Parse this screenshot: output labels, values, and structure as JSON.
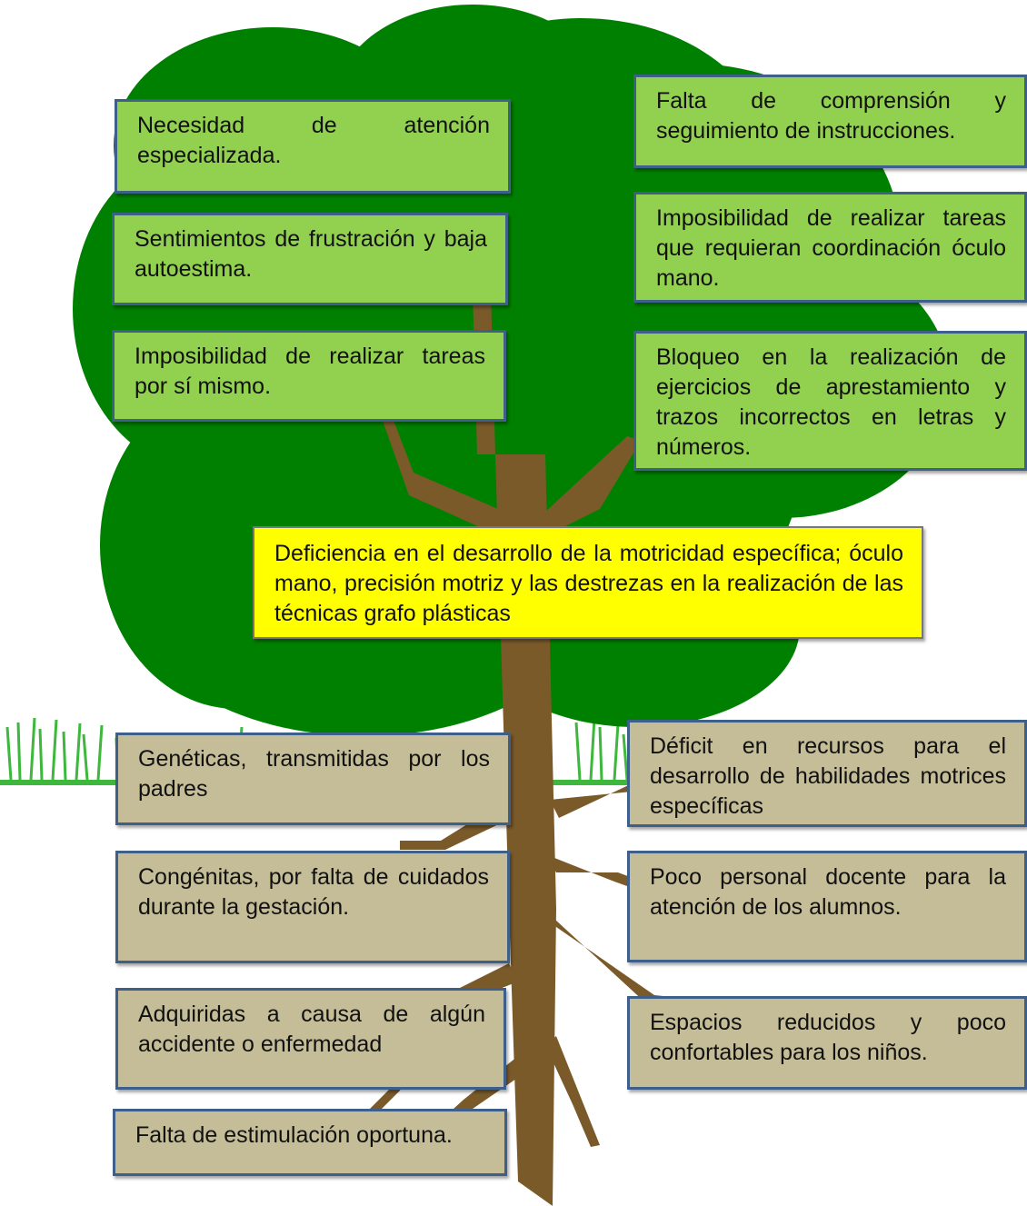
{
  "central_problem": "Deficiencia en el desarrollo de la motricidad específica; óculo mano, precisión motriz y las destrezas en la realización de las técnicas grafo plásticas",
  "effects": {
    "left": [
      "Necesidad de atención especializada.",
      "Sentimientos de frustración y baja autoestima.",
      "Imposibilidad de realizar tareas por sí mismo."
    ],
    "right": [
      "Falta de comprensión y seguimiento de instrucciones.",
      "Imposibilidad de realizar tareas que requieran coordinación óculo mano.",
      "Bloqueo en la realización de ejercicios de aprestamiento y trazos incorrectos en letras y números."
    ]
  },
  "causes": {
    "left": [
      "Genéticas, transmitidas por los padres",
      "Congénitas, por falta de cuidados durante la gestación.",
      "Adquiridas a causa de algún accidente o enfermedad",
      "Falta de estimulación oportuna."
    ],
    "right": [
      "Déficit en recursos para el desarrollo de habilidades motrices específicas",
      "Poco personal docente para la atención de los alumnos.",
      "Espacios reducidos y poco confortables para los niños."
    ]
  },
  "colors": {
    "canopy": "#008000",
    "trunk": "#7b5a2a",
    "effect_box": "#92d050",
    "cause_box": "#c4bd97",
    "problem_box": "#ffff00",
    "box_border": "#3e5f8a",
    "ground": "#3db83d"
  }
}
